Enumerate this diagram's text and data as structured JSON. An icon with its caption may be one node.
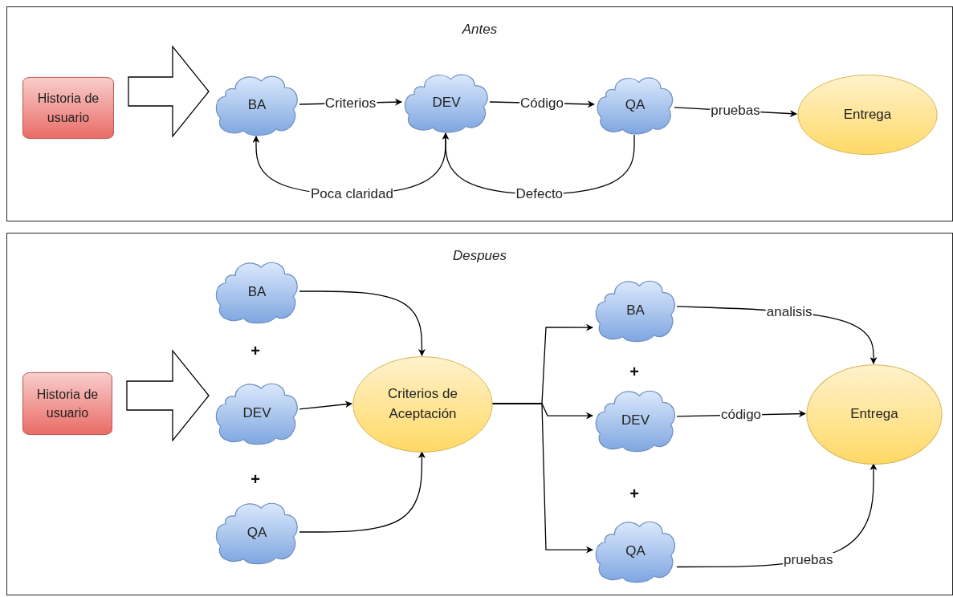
{
  "diagram": {
    "nodes": [
      {
        "text": [
          "Antes"
        ]
      },
      {
        "text": [
          "Historia de usuario"
        ],
        "in": 0
      },
      {
        "text": [
          "BA"
        ],
        "in": 0
      },
      {
        "text": [
          "DEV"
        ],
        "in": 0
      },
      {
        "text": [
          "QA"
        ],
        "in": 0
      },
      {
        "text": [
          "Entrega"
        ],
        "in": 0
      },
      {
        "text": [
          "Despues"
        ]
      },
      {
        "text": [
          "Historia de usuario"
        ],
        "in": 6
      },
      {
        "text": [
          "BA"
        ],
        "in": 6
      },
      {
        "text": [
          "DEV"
        ],
        "in": 6
      },
      {
        "text": [
          "QA"
        ],
        "in": 6
      },
      {
        "text": [
          "Criterios de Aceptación"
        ],
        "in": 6
      },
      {
        "text": [
          "BA"
        ],
        "in": 6
      },
      {
        "text": [
          "DEV"
        ],
        "in": 6
      },
      {
        "text": [
          "QA"
        ],
        "in": 6
      },
      {
        "text": [
          "Entrega"
        ],
        "in": 6
      }
    ],
    "edges": [
      {
        "from": 1,
        "to": 2,
        "arrow": "to",
        "style": "thick"
      },
      {
        "from": 2,
        "to": 3,
        "arrow": "to",
        "label": "Criterios"
      },
      {
        "from": 3,
        "to": 4,
        "arrow": "to",
        "label": "Código"
      },
      {
        "from": 4,
        "to": 5,
        "arrow": "to",
        "label": "pruebas"
      },
      {
        "from": 3,
        "to": 2,
        "arrow": "to",
        "label": "Poca claridad"
      },
      {
        "from": 4,
        "to": 3,
        "arrow": "to",
        "label": "Defecto"
      },
      {
        "from": 7,
        "to": 9,
        "arrow": "to",
        "style": "thick"
      },
      {
        "from": 8,
        "to": 11,
        "arrow": "to"
      },
      {
        "from": 9,
        "to": 11,
        "arrow": "to"
      },
      {
        "from": 10,
        "to": 11,
        "arrow": "to"
      },
      {
        "from": 11,
        "to": 12,
        "arrow": "to"
      },
      {
        "from": 11,
        "to": 13,
        "arrow": "to"
      },
      {
        "from": 11,
        "to": 14,
        "arrow": "to"
      },
      {
        "from": 12,
        "to": 15,
        "arrow": "to",
        "label": "analisis"
      },
      {
        "from": 13,
        "to": 15,
        "arrow": "to",
        "label": "código"
      },
      {
        "from": 14,
        "to": 15,
        "arrow": "to",
        "label": "pruebas"
      }
    ],
    "labels": [
      "+",
      "+",
      "+",
      "+"
    ]
  }
}
